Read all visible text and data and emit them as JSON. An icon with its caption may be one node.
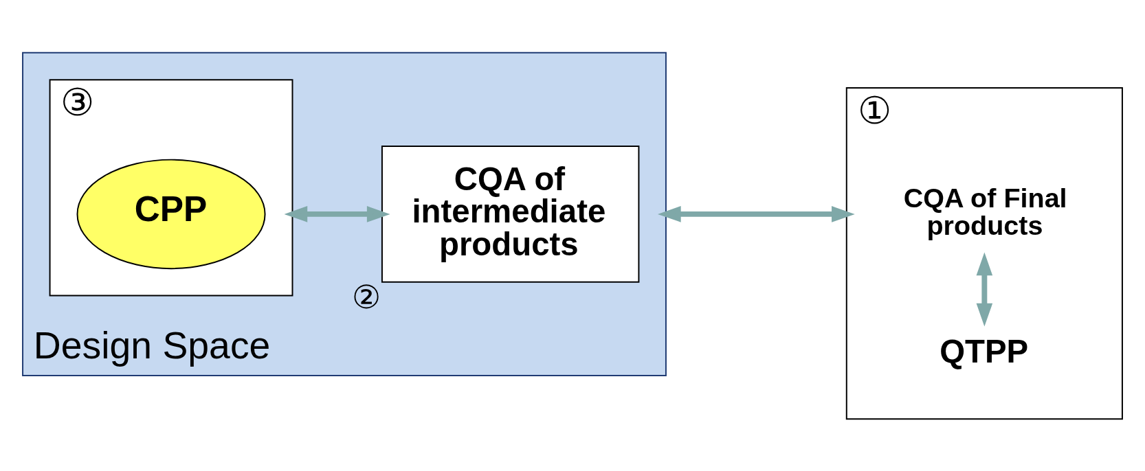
{
  "diagram": {
    "nodes": [
      {
        "text": [
          "Design Space"
        ]
      },
      {
        "text": [],
        "shape": "box",
        "in": 0,
        "beside": [
          "③"
        ]
      },
      {
        "text": [
          "CPP"
        ],
        "in": 1
      },
      {
        "text": [
          "CQA of intermediate products"
        ],
        "in": 0,
        "beside": [
          "②"
        ]
      },
      {
        "text": [],
        "shape": "box",
        "beside": [
          "①"
        ]
      },
      {
        "text": [
          "CQA of Final products"
        ],
        "in": 4
      },
      {
        "text": [
          "QTPP"
        ],
        "in": 4
      }
    ],
    "edges": [
      {
        "from": 1,
        "to": 3,
        "arrow": "both"
      },
      {
        "from": 0,
        "to": 4,
        "arrow": "both"
      },
      {
        "from": 5,
        "to": 6,
        "arrow": "both"
      }
    ]
  }
}
